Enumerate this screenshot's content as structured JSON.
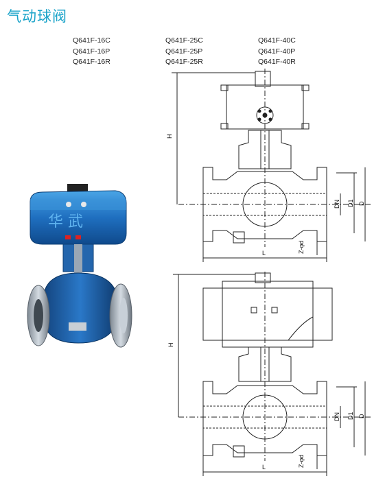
{
  "title": "气动球阀",
  "models": {
    "col1": [
      "Q641F-16C",
      "Q641F-16P",
      "Q641F-16R"
    ],
    "col2": [
      "Q641F-25C",
      "Q641F-25P",
      "Q641F-25R"
    ],
    "col3": [
      "Q641F-40C",
      "Q641F-40P",
      "Q641F-40R"
    ]
  },
  "dimension_labels": {
    "top": {
      "H": "H",
      "DN": "DN",
      "D1": "D1",
      "D": "D",
      "Zd": "Z-φd",
      "L": "L"
    },
    "bottom": {
      "H": "H",
      "DN": "DN",
      "D1": "D1",
      "D": "D",
      "Zd": "Z-φd",
      "L": "L"
    }
  },
  "colors": {
    "title": "#1aa3c9",
    "actuator": "#1f6fc0",
    "valve_body": "#1c5ea8",
    "flange": "#a9b4bf"
  }
}
